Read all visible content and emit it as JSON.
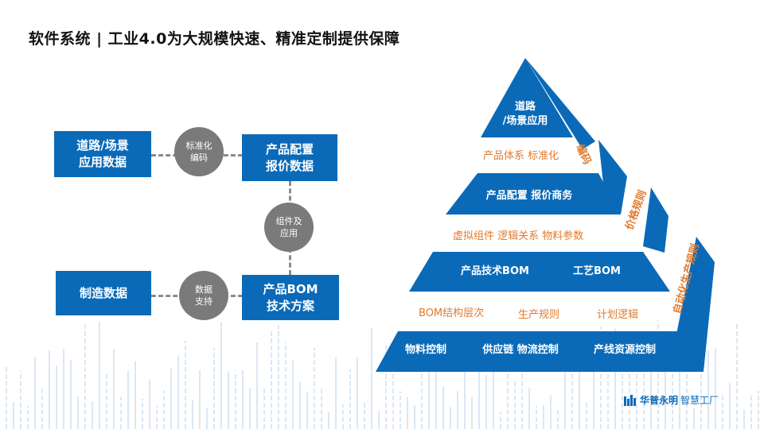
{
  "title": "软件系统 | 工业4.0为大规模快速、精准定制提供保障",
  "left": {
    "box_road": "道路/场景\n应用数据",
    "box_config": "产品配置\n报价数据",
    "box_mfg": "制造数据",
    "box_bom": "产品BOM\n技术方案",
    "circle_std": "标准化\n编码",
    "circle_comp": "组件及\n应用",
    "circle_data": "数据\n支持"
  },
  "pyramid": {
    "tier1": "道路\n/场景应用",
    "tier2": "产品配置  报价商务",
    "tier3_a": "产品技术BOM",
    "tier3_b": "工艺BOM",
    "tier4_a": "物料控制",
    "tier4_b": "供应链  物流控制",
    "tier4_c": "产线资源控制",
    "gap1": "产品体系  标准化",
    "gap2": "虚拟组件  逻辑关系  物料参数",
    "gap3_a": "BOM结构层次",
    "gap3_b": "生产规则",
    "gap3_c": "计划逻辑",
    "side1": "编码",
    "side2": "价格规则",
    "side3": "自动化生产规则"
  },
  "logo": {
    "brand": "华普永明",
    "sub": "智慧工厂"
  },
  "colors": {
    "primary": "#0b6ab8",
    "accent": "#e07b2e",
    "connector": "#7a7a7a"
  }
}
